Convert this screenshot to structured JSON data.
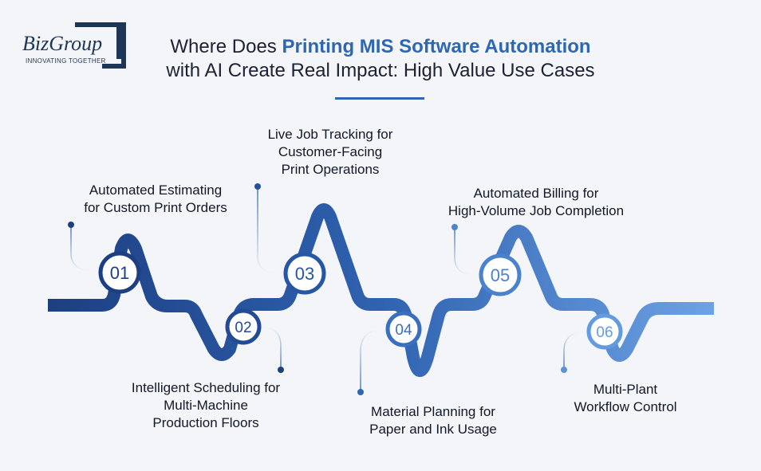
{
  "logo": {
    "word": "BizGroup",
    "tagline": "INNOVATING TOGETHER"
  },
  "title": {
    "prefix": "Where Does ",
    "highlight": "Printing MIS Software Automation",
    "line2": "with AI Create Real Impact: High Value Use Cases"
  },
  "steps": [
    {
      "number": "01",
      "label": [
        "Automated Estimating",
        "for Custom Print Orders"
      ]
    },
    {
      "number": "02",
      "label": [
        "Intelligent Scheduling for",
        "Multi-Machine",
        "Production Floors"
      ]
    },
    {
      "number": "03",
      "label": [
        "Live Job Tracking for",
        "Customer-Facing",
        "Print Operations"
      ]
    },
    {
      "number": "04",
      "label": [
        "Material Planning for",
        "Paper and Ink Usage"
      ]
    },
    {
      "number": "05",
      "label": [
        "Automated Billing for",
        "High-Volume Job Completion"
      ]
    },
    {
      "number": "06",
      "label": [
        "Multi-Plant",
        "Workflow Control"
      ]
    }
  ],
  "colors": {
    "dark": "#1d3f82",
    "light": "#6ea2e4",
    "accent": "#2e67b1",
    "background": "#f3f5f8"
  }
}
